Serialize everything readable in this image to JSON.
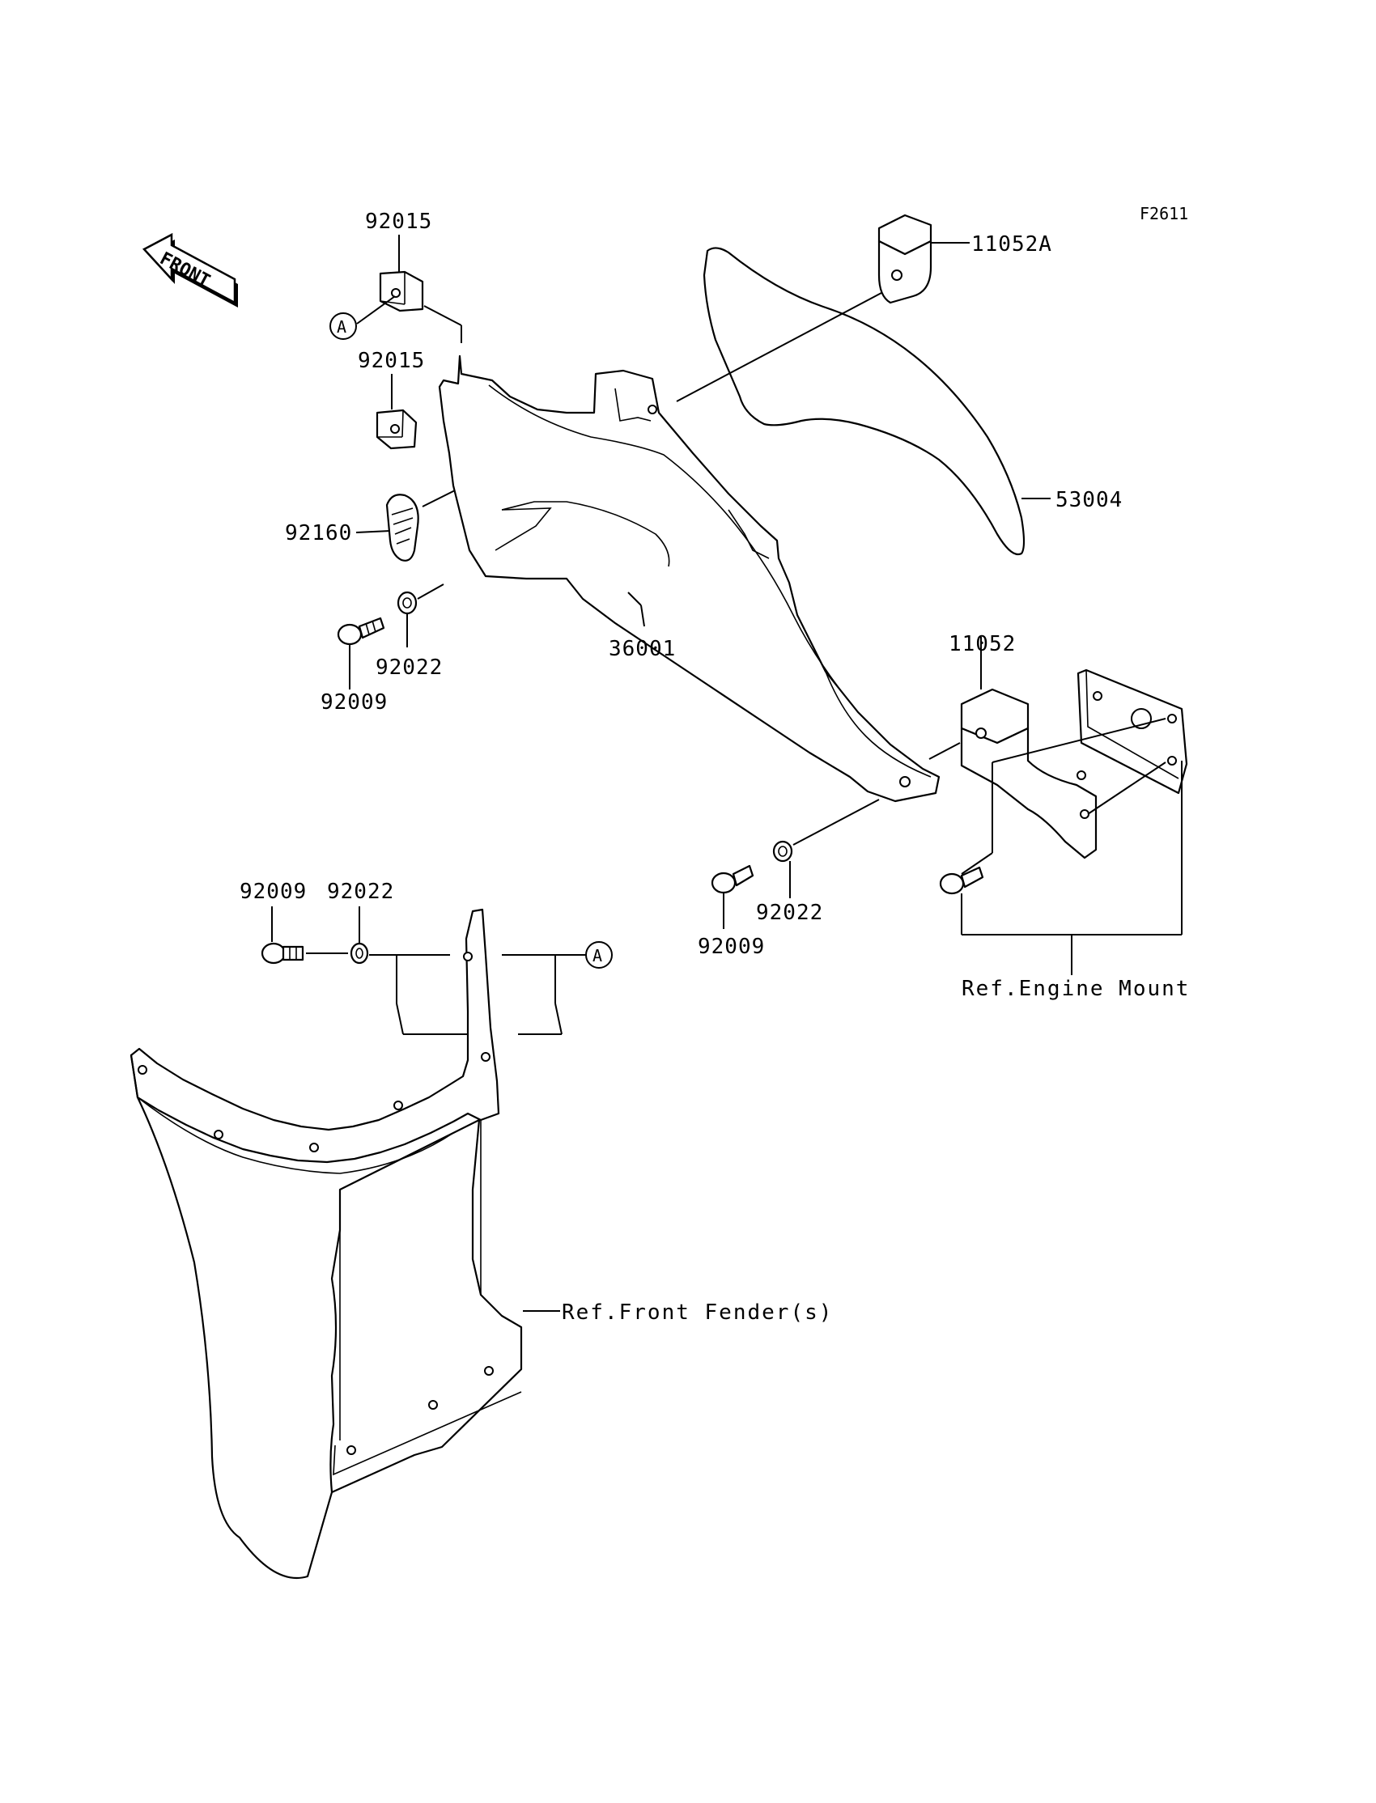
{
  "figure_code": "F2611",
  "front_arrow_label": "FRONT",
  "callout_marker": "A",
  "labels": {
    "p92015_top": "92015",
    "p92015_mid": "92015",
    "p92160": "92160",
    "p92009_upper": "92009",
    "p92022_upper": "92022",
    "p36001": "36001",
    "p11052A": "11052A",
    "p53004": "53004",
    "p11052": "11052",
    "p92009_mid": "92009",
    "p92022_mid": "92022",
    "p92009_lower": "92009",
    "p92022_lower": "92022"
  },
  "references": {
    "engine_mount": "Ref.Engine Mount",
    "front_fender": "Ref.Front Fender(s)"
  }
}
